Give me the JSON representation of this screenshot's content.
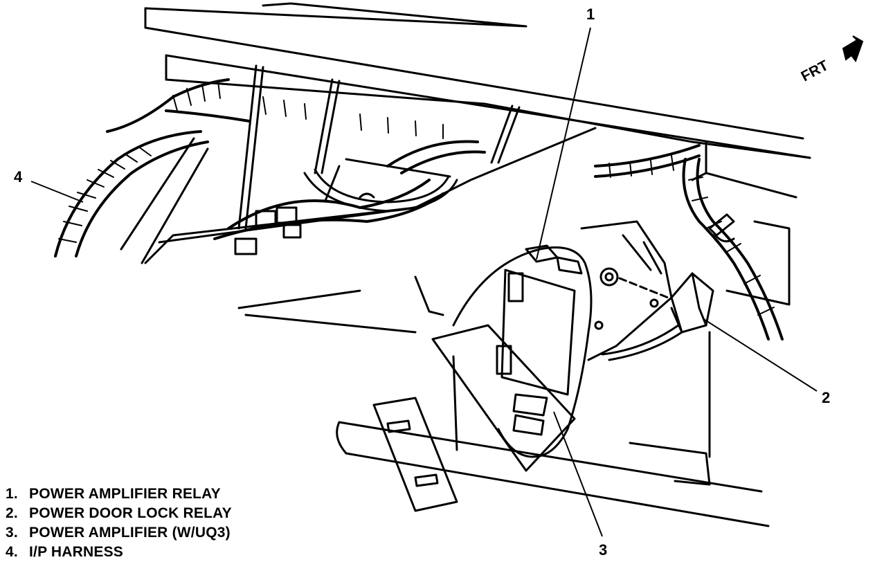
{
  "orientation": {
    "label": "FRT"
  },
  "callouts": [
    {
      "number": "1",
      "name": "POWER AMPLIFIER RELAY"
    },
    {
      "number": "2",
      "name": "POWER DOOR LOCK RELAY"
    },
    {
      "number": "3",
      "name": "POWER AMPLIFIER (W/UQ3)"
    },
    {
      "number": "4",
      "name": "I/P HARNESS"
    }
  ],
  "legend": [
    {
      "number": "1.",
      "name": "POWER AMPLIFIER RELAY"
    },
    {
      "number": "2.",
      "name": "POWER DOOR LOCK RELAY"
    },
    {
      "number": "3.",
      "name": "POWER AMPLIFIER (W/UQ3)"
    },
    {
      "number": "4.",
      "name": "I/P HARNESS"
    }
  ]
}
